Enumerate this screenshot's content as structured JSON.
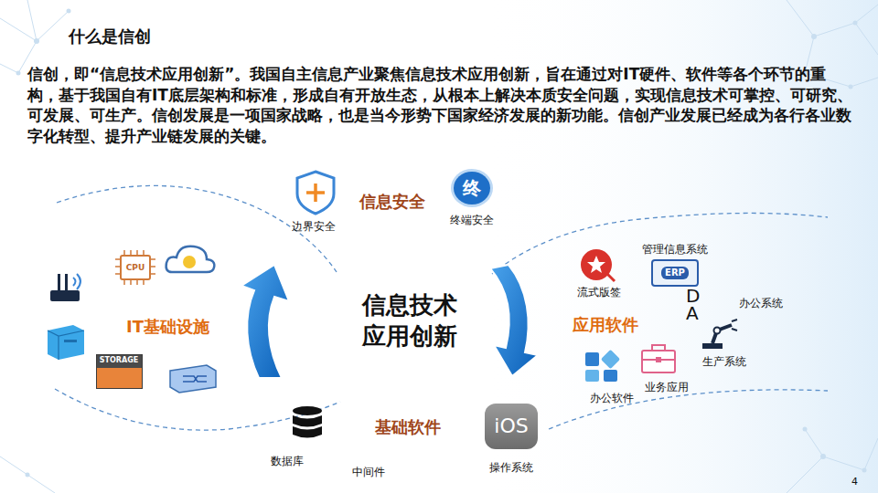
{
  "diagram": {
    "title": "什么是信创",
    "nodes": [
      {
        "text": [
          "终",
          "终端安全"
        ]
      },
      {
        "text": [
          "CPU"
        ]
      },
      {
        "text": [
          "STORAGE"
        ]
      },
      {
        "text": [
          "ERP",
          "管理信息系统"
        ]
      },
      {
        "text": [
          "iOS",
          "操作系统"
        ]
      }
    ],
    "labels": [
      "信创，即“信息技术应用创新”。我国自主信息产业聚焦信息技术应用创新，旨在通过对IT硬件、软件等各个环节的重构，基于我国自有IT底层架构和标准，形成自有开放生态，从根本上解决本质安全问题，实现信息技术可掌控、可研究、可发展、可生产。信创发展是一项国家战略，也是当今形势下国家经济发展的新功能。信创产业发展已经成为各行各业数字化转型、提升产业链发展的关键。",
      "边界安全",
      "信息安全",
      "IT基础设施",
      "信息技术 应用创新",
      "流式版签",
      "D",
      "A",
      "办公系统",
      "应用软件",
      "生产系统",
      "办公软件",
      "业务应用",
      "数据库",
      "基础软件",
      "中间件",
      "4"
    ]
  }
}
